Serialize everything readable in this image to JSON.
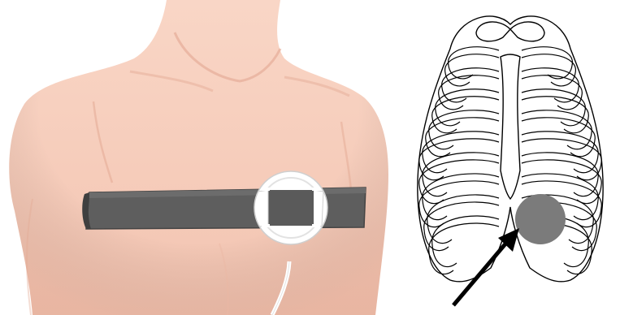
{
  "figure": {
    "panels": [
      {
        "id": "torso",
        "depicts": "chest-strap-with-round-sensor-on-torso"
      },
      {
        "id": "ribcage",
        "depicts": "ribcage-outline-with-sensor-location-marker"
      }
    ],
    "colors": {
      "skin": "#f6ccbb",
      "skin_shadow": "#e2a995",
      "strap": "#5e5e5e",
      "strap_edge": "#444444",
      "sensor": "#ffffff",
      "cable": "#ffffff",
      "rib_outline": "#000000",
      "marker": "#7b7b7b",
      "arrow": "#000000"
    },
    "icons": [
      "chest-strap-icon",
      "sensor-disc-icon",
      "ribcage-icon",
      "location-marker-icon",
      "arrow-icon"
    ]
  }
}
